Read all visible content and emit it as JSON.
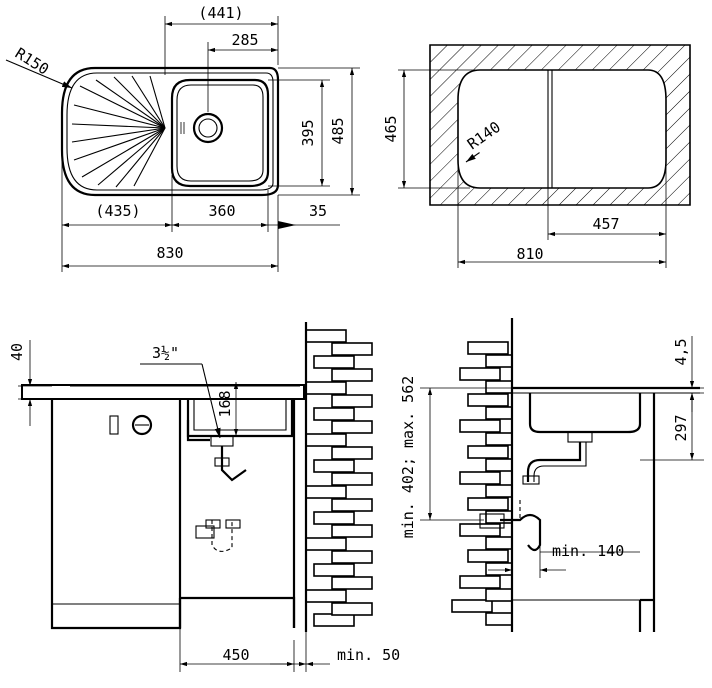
{
  "top_left_view": {
    "labels": {
      "r150": "R150",
      "d441": "(441)",
      "d285": "285",
      "d395": "395",
      "d485": "485",
      "d435": "(435)",
      "d360": "360",
      "d35": "35",
      "d830": "830"
    }
  },
  "top_right_view": {
    "labels": {
      "d465": "465",
      "r140": "R140",
      "d457": "457",
      "d810": "810"
    }
  },
  "bottom_left_view": {
    "labels": {
      "d40": "40",
      "pipe": "3½\"",
      "d168": "168",
      "d450": "450",
      "min50": "min. 50"
    }
  },
  "bottom_right_view": {
    "labels": {
      "d4_5": "4,5",
      "d297": "297",
      "minmax": "min. 402; max. 562",
      "min140": "min. 140"
    }
  },
  "colors": {
    "line": "#000000",
    "background": "#ffffff"
  }
}
